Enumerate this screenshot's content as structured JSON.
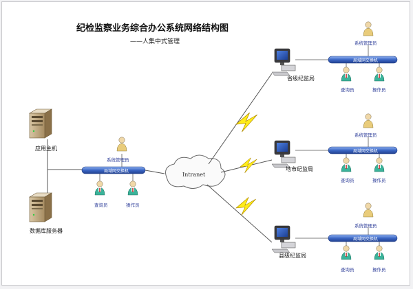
{
  "title": "纪检监察业务综合办公系统网络结构图",
  "subtitle": "——人集中式管理",
  "cloud": "Intranet",
  "left_site": {
    "app_host": "应用主机",
    "db_server": "数据库服务器",
    "bus": "局域网交换机",
    "admin": "系统管理员",
    "query": "查询员",
    "operator": "操作员"
  },
  "branches": [
    {
      "name": "省级纪监局",
      "bus": "局域网交换机",
      "admin": "系统管理员",
      "query": "查询员",
      "operator": "操作员"
    },
    {
      "name": "地市纪监局",
      "bus": "局域网交换机",
      "admin": "系统管理员",
      "query": "查询员",
      "operator": "操作员"
    },
    {
      "name": "县级纪监局",
      "bus": "局域网交换机",
      "admin": "系统管理员",
      "query": "查询员",
      "operator": "操作员"
    }
  ],
  "colors": {
    "bus": "#3b66c4",
    "person_green": "#3bb39a",
    "person_yellow": "#e9cc7b",
    "lightning": "#ffec1a"
  }
}
